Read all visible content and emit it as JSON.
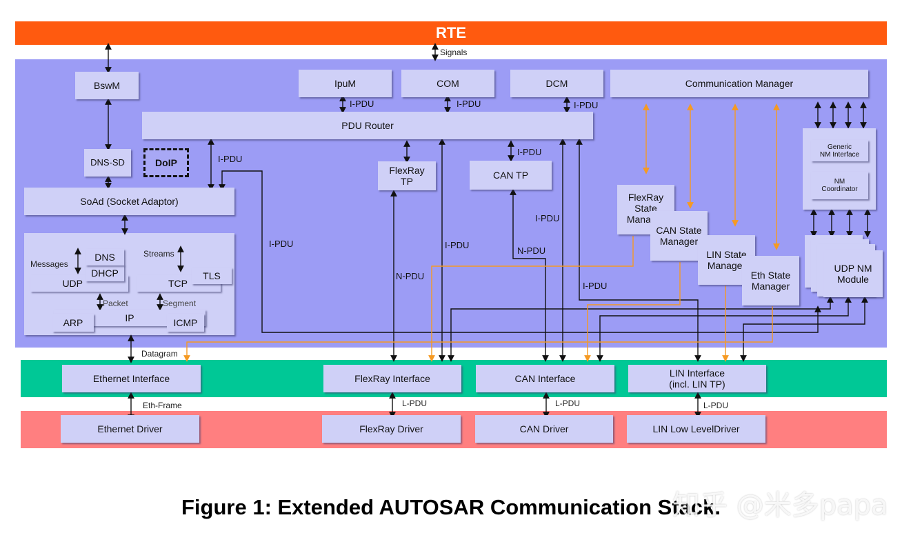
{
  "rte": "RTE",
  "signals": "Signals",
  "boxes": {
    "bswm": "BswM",
    "ipdum": "IpuM",
    "com": "COM",
    "dcm": "DCM",
    "comm": "Communication  Manager",
    "pdur": "PDU  Router",
    "dnssd": "DNS-SD",
    "doip": "DoIP",
    "soad": "SoAd (Socket Adaptor)",
    "frtp": "FlexRay\nTP",
    "cantp": "CAN TP",
    "frsm": "FlexRay\nState\nManager",
    "cansm": "CAN State\nManager",
    "linsm": "LIN State\nManager",
    "ethsm": "Eth State\nManager",
    "gen_nm": "Generic\nNM Interface",
    "nm_coord": "NM\nCoordinator",
    "udpnm": "UDP NM\nModule",
    "dns": "DNS",
    "dhcp": "DHCP",
    "udp": "UDP",
    "tcp": "TCP",
    "tls": "TLS",
    "arp": "ARP",
    "ip": "IP",
    "icmp": "ICMP",
    "eth_if": "Ethernet  Interface",
    "fr_if": "FlexRay  Interface",
    "can_if": "CAN  Interface",
    "lin_if": "LIN  Interface\n(incl. LIN  TP)",
    "eth_drv": "Ethernet  Driver",
    "fr_drv": "FlexRay  Driver",
    "can_drv": "CAN  Driver",
    "lin_drv": "LIN  Low LevelDriver"
  },
  "labels": {
    "messages": "Messages",
    "streams": "Streams",
    "packet": "Packet",
    "segment": "Segment",
    "datagram": "Datagram",
    "eth_frame": "Eth-Frame",
    "ipdu": "I-PDU",
    "npdu": "N-PDU",
    "lpdu": "L-PDU"
  },
  "caption": "Figure 1: Extended AUTOSAR Communication Stack.",
  "watermark": "知乎 @米多papa",
  "colors": {
    "rte": "#ff5a0f",
    "bsw": "#9c9cf5",
    "interface_band": "#00c896",
    "driver_band": "#ff7f80",
    "box": "#cfd0f7",
    "orange_link": "#f59a23"
  }
}
